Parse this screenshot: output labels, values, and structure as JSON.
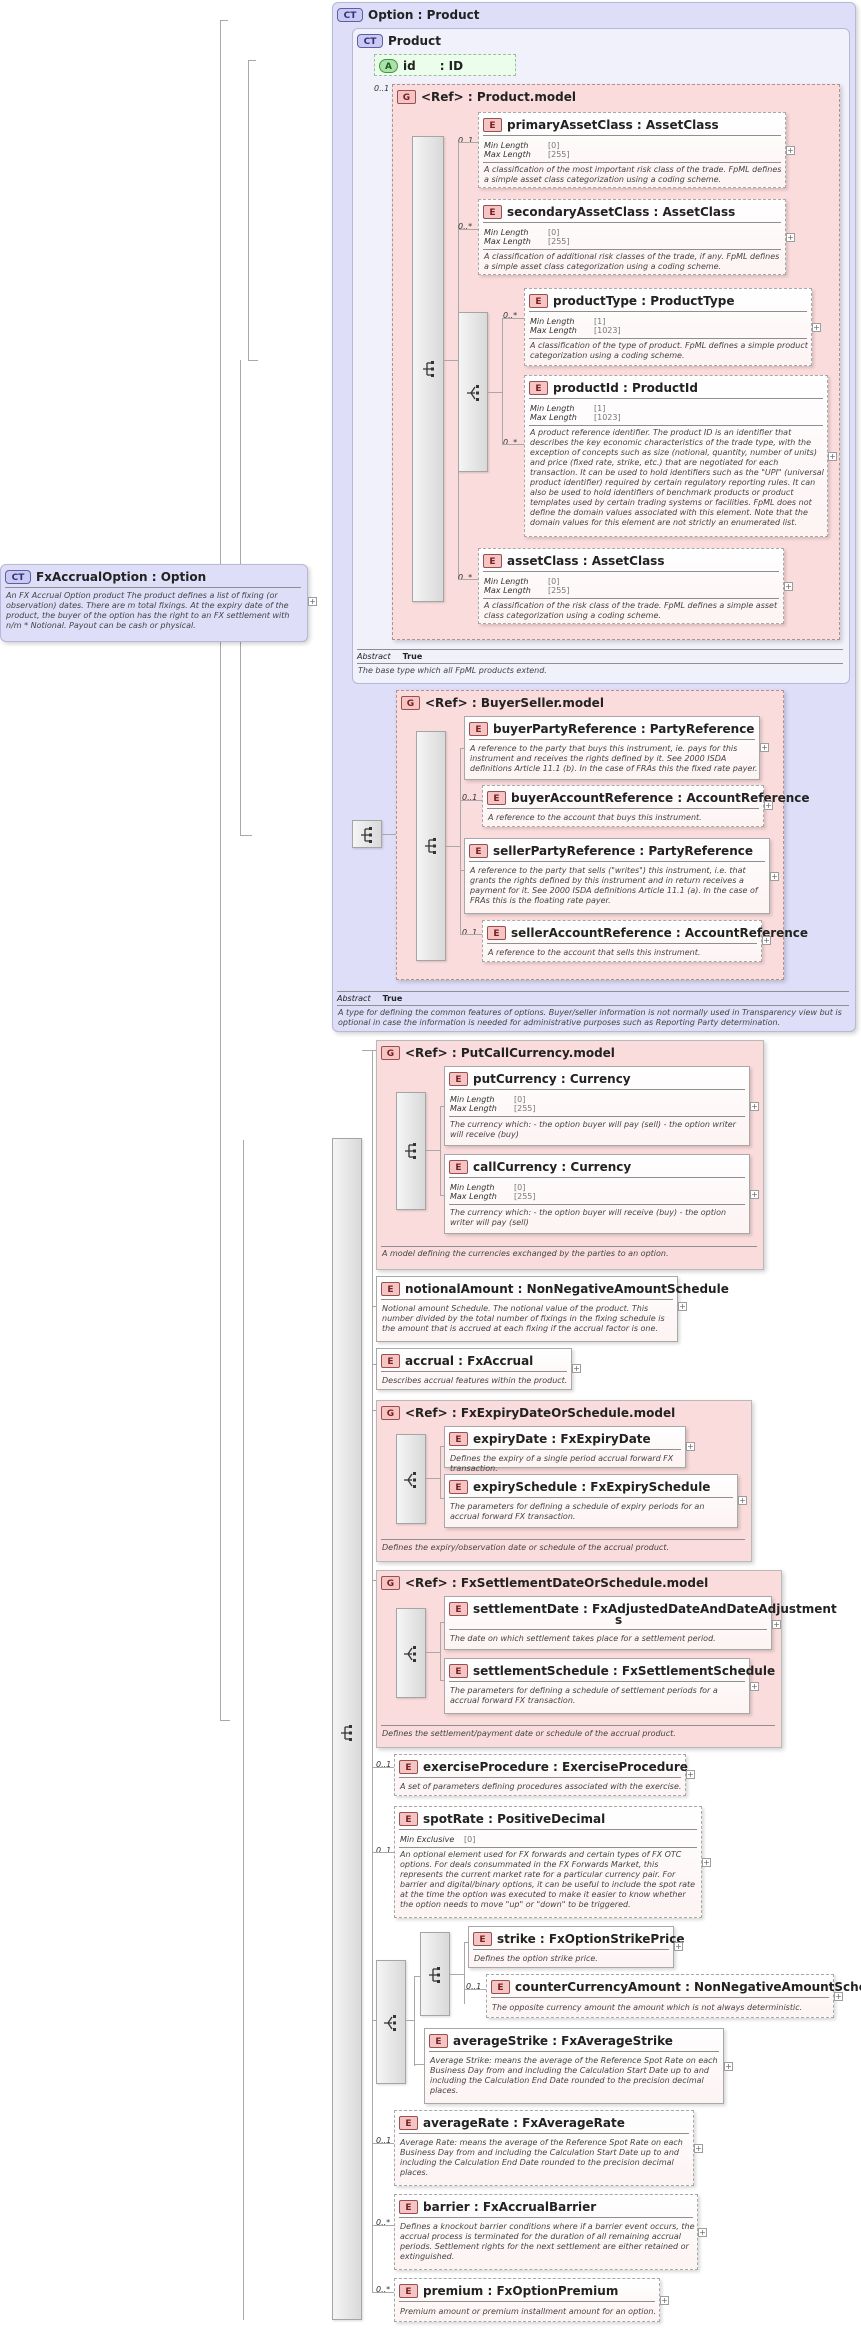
{
  "root": {
    "badge": "CT",
    "name": "FxAccrualOption : Option",
    "doc": "An FX Accrual Option product The product defines a list of fixing (or observation) dates. There are m total fixings. At the expiry date of the product, the buyer of the option has the right to an FX settlement with n/m * Notional. Payout can be cash or physical."
  },
  "option_type": {
    "badge": "CT",
    "name": "Option    : Product",
    "abstract_label": "Abstract",
    "abstract_value": "True",
    "doc": "A type for defining the common features of options. Buyer/seller information is not normally used in Transparency view but is optional in case the information is needed for administrative purposes such as Reporting Party determination."
  },
  "product_type": {
    "badge": "CT",
    "name": "Product",
    "abstract_label": "Abstract",
    "abstract_value": "True",
    "doc": "The base type which all FpML products extend."
  },
  "attr_id": {
    "badge": "A",
    "name": "id",
    "type": ": ID"
  },
  "product_model": {
    "badge": "G",
    "name": "<Ref>    : Product.model",
    "occ": "0..1",
    "elements": [
      {
        "badge": "E",
        "name": "primaryAssetClass : AssetClass",
        "occ": "0..1",
        "facets": [
          {
            "k": "Min Length",
            "v": "[0]"
          },
          {
            "k": "Max Length",
            "v": "[255]"
          }
        ],
        "doc": "A classification of the most important risk class of the trade. FpML defines a simple asset class categorization using a coding scheme."
      },
      {
        "badge": "E",
        "name": "secondaryAssetClass : AssetClass",
        "occ": "0..*",
        "facets": [
          {
            "k": "Min Length",
            "v": "[0]"
          },
          {
            "k": "Max Length",
            "v": "[255]"
          }
        ],
        "doc": "A classification of additional risk classes of the trade, if any. FpML defines a simple asset class categorization using a coding scheme."
      },
      {
        "badge": "E",
        "name": "productType : ProductType",
        "occ": "0..*",
        "facets": [
          {
            "k": "Min Length",
            "v": "[1]"
          },
          {
            "k": "Max Length",
            "v": "[1023]"
          }
        ],
        "doc": "A classification of the type of product. FpML defines a simple product categorization using a coding scheme."
      },
      {
        "badge": "E",
        "name": "productId : ProductId",
        "occ": "0..*",
        "facets": [
          {
            "k": "Min Length",
            "v": "[1]"
          },
          {
            "k": "Max Length",
            "v": "[1023]"
          }
        ],
        "doc": "A product reference identifier. The product ID is an identifier that describes the key economic characteristics of the trade type, with the exception of concepts such as size (notional, quantity, number of units) and price (fixed rate, strike, etc.) that are negotiated for each transaction. It can be used to hold identifiers such as the \"UPI\" (universal product identifier) required by certain regulatory reporting rules. It can also be used to hold identifiers of benchmark products or product templates used by certain trading systems or facilities. FpML does not define the domain values associated with this element. Note that the domain values for this element are not strictly an enumerated list."
      },
      {
        "badge": "E",
        "name": "assetClass : AssetClass",
        "occ": "0..*",
        "facets": [
          {
            "k": "Min Length",
            "v": "[0]"
          },
          {
            "k": "Max Length",
            "v": "[255]"
          }
        ],
        "doc": "A classification of the risk class of the trade. FpML defines a simple asset class categorization using a coding scheme."
      }
    ]
  },
  "buyer_seller": {
    "badge": "G",
    "name": "<Ref>    : BuyerSeller.model",
    "elements": [
      {
        "badge": "E",
        "name": "buyerPartyReference : PartyReference",
        "occ": "",
        "doc": "A reference to the party that buys this instrument, ie. pays for this instrument and receives the rights defined by it. See 2000 ISDA definitions Article 11.1 (b). In the case of FRAs this the fixed rate payer."
      },
      {
        "badge": "E",
        "name": "buyerAccountReference : AccountReference",
        "occ": "0..1",
        "doc": "A reference to the account that buys this instrument."
      },
      {
        "badge": "E",
        "name": "sellerPartyReference : PartyReference",
        "occ": "",
        "doc": "A reference to the party that sells (\"writes\") this instrument, i.e. that grants the rights defined by this instrument and in return receives a payment for it. See 2000 ISDA definitions Article 11.1 (a). In the case of FRAs this is the floating rate payer."
      },
      {
        "badge": "E",
        "name": "sellerAccountReference : AccountReference",
        "occ": "0..1",
        "doc": "A reference to the account that sells this instrument."
      }
    ]
  },
  "put_call": {
    "badge": "G",
    "name": "<Ref>    : PutCallCurrency.model",
    "doc": "A model defining the currencies exchanged by the parties to an option.",
    "elements": [
      {
        "badge": "E",
        "name": "putCurrency : Currency",
        "facets": [
          {
            "k": "Min Length",
            "v": "[0]"
          },
          {
            "k": "Max Length",
            "v": "[255]"
          }
        ],
        "doc": "The currency which: - the option buyer will pay (sell) - the option writer will receive (buy)"
      },
      {
        "badge": "E",
        "name": "callCurrency : Currency",
        "facets": [
          {
            "k": "Min Length",
            "v": "[0]"
          },
          {
            "k": "Max Length",
            "v": "[255]"
          }
        ],
        "doc": "The currency which: - the option buyer will receive (buy) - the option writer will pay (sell)"
      }
    ]
  },
  "notional": {
    "badge": "E",
    "name": "notionalAmount : NonNegativeAmountSchedule",
    "doc": "Notional amount Schedule. The notional value of the product. This number divided by the total number of fixings in the fixing schedule is the amount that is accrued at each fixing if the accrual factor is one."
  },
  "accrual": {
    "badge": "E",
    "name": "accrual    : FxAccrual",
    "doc": "Describes accrual features within the product."
  },
  "expiry_model": {
    "badge": "G",
    "name": "<Ref>    : FxExpiryDateOrSchedule.model",
    "doc": "Defines the expiry/observation date or schedule of the accrual product.",
    "elements": [
      {
        "badge": "E",
        "name": "expiryDate : FxExpiryDate",
        "doc": "Defines the expiry of a single period accrual forward FX transaction."
      },
      {
        "badge": "E",
        "name": "expirySchedule : FxExpirySchedule",
        "doc": "The parameters for defining a schedule of expiry periods for an accrual forward FX transaction."
      }
    ]
  },
  "settlement_model": {
    "badge": "G",
    "name": "<Ref>    : FxSettlementDateOrSchedule.model",
    "doc": "Defines the settlement/payment date or schedule of the accrual product.",
    "elements": [
      {
        "badge": "E",
        "name_line1": "settlementDate : FxAdjustedDateAndDateAdjustment",
        "name_line2": "s",
        "doc": "The date on which settlement takes place for a settlement period."
      },
      {
        "badge": "E",
        "name": "settlementSchedule : FxSettlementSchedule",
        "doc": "The parameters for defining a schedule of settlement periods for a accrual forward FX transaction."
      }
    ]
  },
  "exercise": {
    "badge": "E",
    "name": "exerciseProcedure : ExerciseProcedure",
    "occ": "0..1",
    "doc": "A set of parameters defining procedures associated with the exercise."
  },
  "spot": {
    "badge": "E",
    "name": "spotRate : PositiveDecimal",
    "occ": "0..1",
    "facets": [
      {
        "k": "Min Exclusive",
        "v": "[0]"
      }
    ],
    "doc": "An optional element used for FX forwards and certain types of FX OTC options. For deals consummated in the FX Forwards Market, this represents the current market rate for a particular currency pair. For barrier and digital/binary options, it can be useful to include the spot rate at the time the option was executed to make it easier to know whether the option needs to move \"up\" or \"down\" to be triggered."
  },
  "strike": {
    "badge": "E",
    "name": "strike      : FxOptionStrikePrice",
    "doc": "Defines the option strike price."
  },
  "counter": {
    "badge": "E",
    "name": "counterCurrencyAmount : NonNegativeAmountSchedule",
    "occ": "0..1",
    "doc": "The opposite currency amount the amount which is not always deterministic."
  },
  "avg_strike": {
    "badge": "E",
    "name": "averageStrike : FxAverageStrike",
    "doc": "Average Strike: means the average of the Reference Spot Rate on each Business Day from and including the Calculation Start Date up to and including the Calculation End Date rounded to the precision decimal places."
  },
  "avg_rate": {
    "badge": "E",
    "name": "averageRate : FxAverageRate",
    "occ": "0..1",
    "doc": "Average Rate: means the average of the Reference Spot Rate on each Business Day from and including the Calculation Start Date up to and including the Calculation End Date rounded to the precision decimal places."
  },
  "barrier": {
    "badge": "E",
    "name": "barrier    : FxAccrualBarrier",
    "occ": "0..*",
    "doc": "Defines a knockout barrier conditions where if a barrier event occurs, the accrual process is terminated for the duration of all remaining accrual periods. Settlement rights for the next settlement are either retained or extinguished."
  },
  "premium": {
    "badge": "E",
    "name": "premium : FxOptionPremium",
    "occ": "0..*",
    "doc": "Premium amount or premium installment amount for an option."
  },
  "plus_symbol": "+"
}
